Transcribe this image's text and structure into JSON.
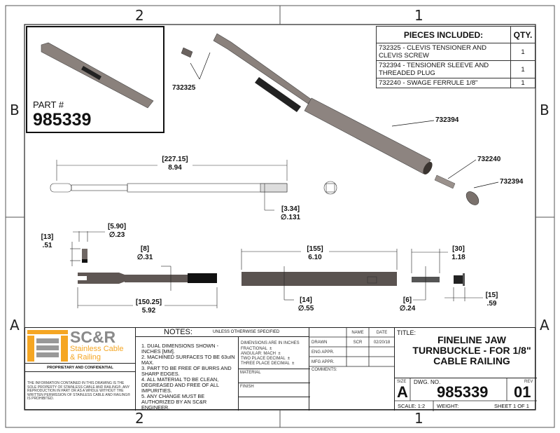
{
  "frame": {
    "zones_top": [
      "2",
      "1"
    ],
    "zones_side": [
      "B",
      "A"
    ]
  },
  "inset": {
    "label": "PART #",
    "part_number": "985339"
  },
  "pieces": {
    "header_item": "PIECES INCLUDED:",
    "header_qty": "QTY.",
    "rows": [
      {
        "item": "732325 - CLEVIS TENSIONER AND CLEVIS SCREW",
        "qty": "1"
      },
      {
        "item": "732394 - TENSIONER SLEEVE AND THREADED PLUG",
        "qty": "1"
      },
      {
        "item": "732240 - SWAGE FERRULE 1/8\"",
        "qty": "1"
      }
    ]
  },
  "callouts": {
    "c1": "732325",
    "c2": "732394",
    "c3": "732240",
    "c4": "732394"
  },
  "dims": {
    "overall_mm": "[227.15]",
    "overall_in": "8.94",
    "hole_mm": "[3.34]",
    "hole_in": "∅.131",
    "screw_len_mm": "[13]",
    "screw_len_in": ".51",
    "screw_dia_mm": "[5.90]",
    "screw_dia_in": "∅.23",
    "rod_dia_mm": "[8]",
    "rod_dia_in": "∅.31",
    "sleeve_len_mm": "[155]",
    "sleeve_len_in": "6.10",
    "clevis_len_mm": "[150.25]",
    "clevis_len_in": "5.92",
    "sleeve_dia_mm": "[14]",
    "sleeve_dia_in": "∅.55",
    "ferrule_len_mm": "[30]",
    "ferrule_len_in": "1.18",
    "ferrule_dia_mm": "[6]",
    "ferrule_dia_in": "∅.24",
    "plug_len_mm": "[15]",
    "plug_len_in": ".59"
  },
  "logo": {
    "short": "SC&R",
    "line1": "Stainless Cable",
    "line2": "& Railing",
    "brand_color": "#f5a623"
  },
  "proprietary": {
    "title": "PROPRIETARY AND CONFIDENTIAL",
    "text": "THE INFORMATION CONTAINED IN THIS DRAWING IS THE SOLE PROPERTY OF STAINLESS CABLE AND RAILING®. ANY REPRODUCTION IN PART OR AS A WHOLE WITHOUT THE WRITTEN PERMISSION OF STAINLESS CABLE AND RAILING® IS PROHIBITED."
  },
  "notes": {
    "title": "NOTES:",
    "subtitle": "UNLESS OTHERWISE SPECIFIED",
    "items": [
      "1. DUAL DIMENSIONS SHOWN - INCHES [MM].",
      "2. MACHINED SURFACES TO BE 63uIN MAX.",
      "3. PART TO BE FREE OF BURRS AND SHARP EDGES.",
      "4. ALL MATERIAL TO BE CLEAN, DEGREASED AND FREE OF ALL IMPURITIES.",
      "5. ANY CHANGE MUST BE AUTHORIZED BY AN SC&R ENGINEER."
    ],
    "tol_title": "DIMENSIONS ARE IN INCHES",
    "tol": [
      "FRACTIONAL  ±",
      "ANGULAR: MACH  ±",
      "TWO PLACE DECIMAL  ±",
      "THREE PLACE DECIMAL  ±"
    ],
    "material": "MATERIAL",
    "finish": "FINISH"
  },
  "approvals": {
    "name": "NAME",
    "date": "DATE",
    "drawn": "DRAWN",
    "drawn_name": "SCR",
    "drawn_date": "02/20/18",
    "eng": "ENG APPR.",
    "mfg": "MFG APPR.",
    "comments": "COMMENTS:"
  },
  "title": {
    "label": "TITLE:",
    "text": "FINELINE JAW TURNBUCKLE - FOR 1/8\" CABLE RAILING",
    "size_label": "SIZE",
    "size": "A",
    "dwg_label": "DWG.  NO.",
    "dwg": "985339",
    "rev_label": "REV",
    "rev": "01",
    "scale": "SCALE: 1:2",
    "weight": "WEIGHT:",
    "sheet": "SHEET 1 OF 1"
  }
}
